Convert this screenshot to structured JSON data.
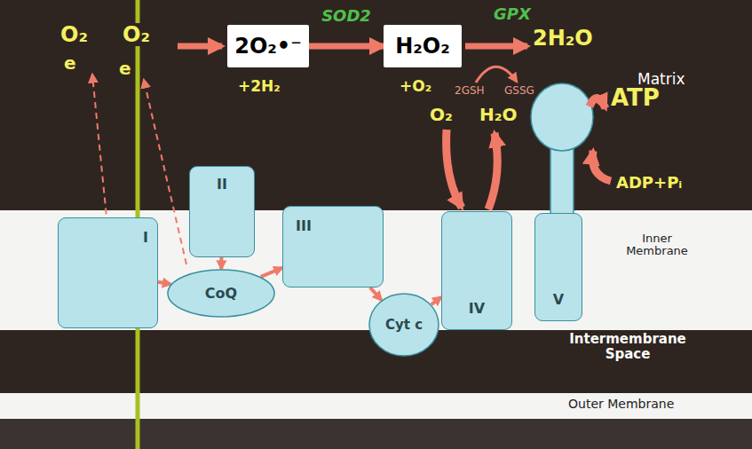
{
  "diagram": {
    "nodes": [
      {
        "text": [
          "2O₂•⁻"
        ]
      },
      {
        "text": [
          "H₂O₂"
        ]
      },
      {
        "text": [
          "I"
        ]
      },
      {
        "text": [
          "II"
        ]
      },
      {
        "text": [
          "CoQ"
        ]
      },
      {
        "text": [
          "III"
        ]
      },
      {
        "text": [
          "Cyt c"
        ]
      },
      {
        "text": [
          "IV"
        ]
      },
      {
        "text": [
          "V"
        ]
      }
    ],
    "edges": [
      {
        "from": 0,
        "to": 1,
        "label": "SOD2",
        "arrow": "to"
      },
      {
        "from": 2,
        "to": 4,
        "arrow": "to"
      },
      {
        "from": 3,
        "to": 4,
        "arrow": "to"
      },
      {
        "from": 4,
        "to": 5,
        "arrow": "to"
      },
      {
        "from": 5,
        "to": 6,
        "arrow": "to"
      },
      {
        "from": 6,
        "to": 7,
        "arrow": "to"
      }
    ],
    "labels": [
      "O₂",
      "O₂",
      "e",
      "e",
      "+2H₂",
      "GPX",
      "2H₂O",
      "+O₂",
      "2GSH",
      "GSSG",
      "Matrix",
      "O₂",
      "H₂O",
      "ATP",
      "ADP+Pᵢ",
      "Inner Membrane",
      "Intermembrane Space",
      "Outer Membrane"
    ]
  }
}
